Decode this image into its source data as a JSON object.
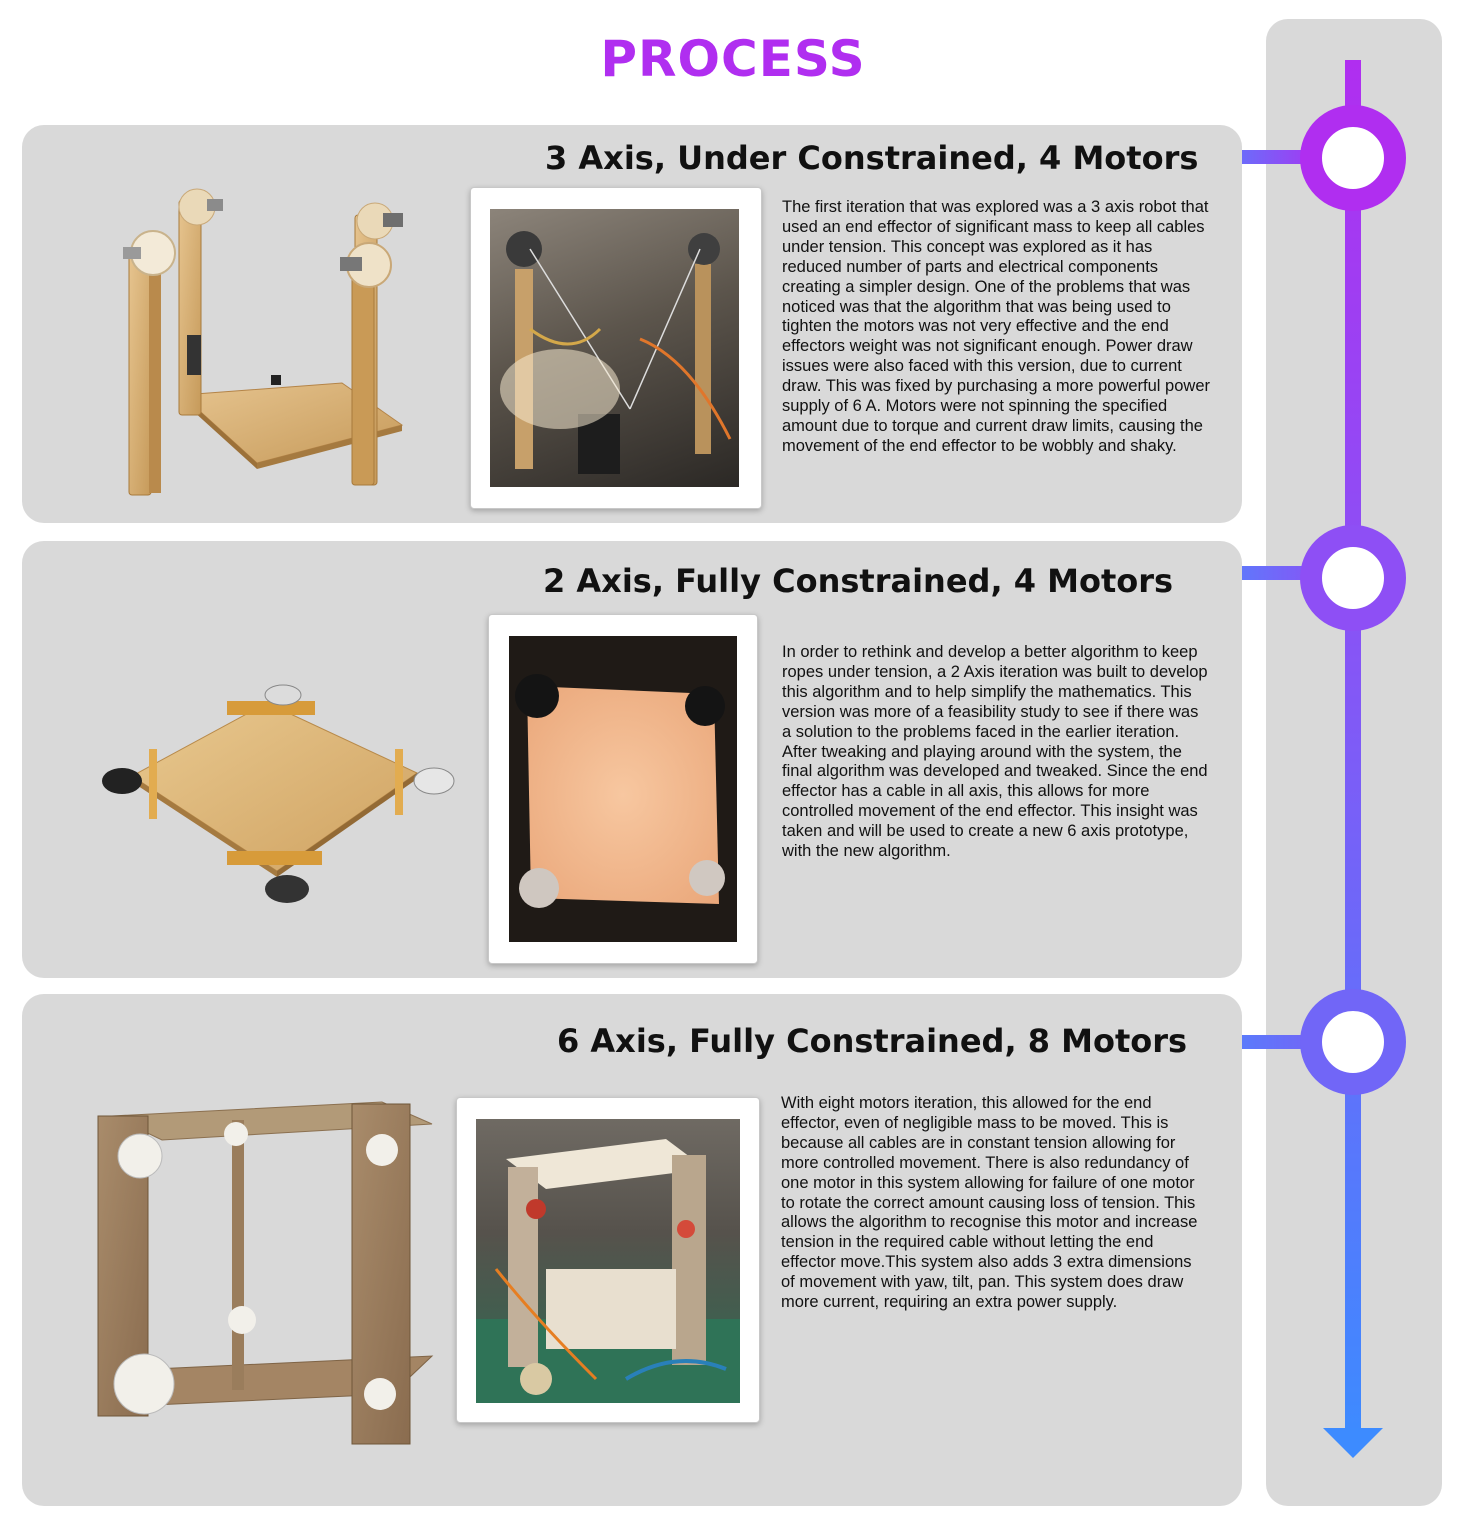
{
  "page": {
    "title": "PROCESS"
  },
  "sections": [
    {
      "heading": "3 Axis, Under Constrained, 4 Motors",
      "body": "The first iteration that was explored was a 3 axis robot that used an end effector of significant mass to keep all cables under tension. This concept was explored as it has reduced number of parts and electrical components creating a simpler design. One of the problems that was noticed was that the algorithm that was being used to tighten the motors was not very effective and the end effectors weight was not significant enough. Power draw issues were also faced with this version, due to current draw. This was fixed by purchasing a more powerful power supply of 6 A. Motors were not spinning the specified amount due to torque and current draw limits, causing the movement of the end effector to be wobbly and shaky."
    },
    {
      "heading": "2 Axis, Fully Constrained, 4 Motors",
      "body": "In order to rethink and develop a better algorithm to keep ropes under tension, a 2 Axis iteration was built to develop this algorithm and to help simplify the mathematics. This version was more of a feasibility study to see if there was a solution to the problems faced in the earlier iteration. After tweaking and playing around with the system, the final algorithm was developed and tweaked. Since the end effector has a cable in all axis, this allows for more controlled movement of the end effector. This insight was taken and will be used to create a new 6 axis prototype, with the new algorithm."
    },
    {
      "heading": "6 Axis, Fully Constrained, 8 Motors",
      "body": "With eight motors iteration, this allowed for the end effector, even of negligible mass to be moved. This is because all cables are in constant tension allowing for more controlled movement. There is also redundancy of one motor in this system allowing for failure of one motor to rotate the correct amount causing loss of tension. This allows the algorithm to recognise this motor and increase tension in the required cable without letting the end effector move.This system also adds 3 extra dimensions of movement with yaw, tilt, pan. This system does draw more current, requiring an extra power supply."
    }
  ],
  "colors": {
    "title": "#b02ef0",
    "card_background": "#d9d9d9",
    "timeline_top": "#b02ef0",
    "timeline_mid": "#7f63f5",
    "timeline_bottom": "#3d8bff",
    "connector": "#4488ff"
  },
  "icons": [
    "timeline-node-icon",
    "timeline-arrow-icon"
  ]
}
